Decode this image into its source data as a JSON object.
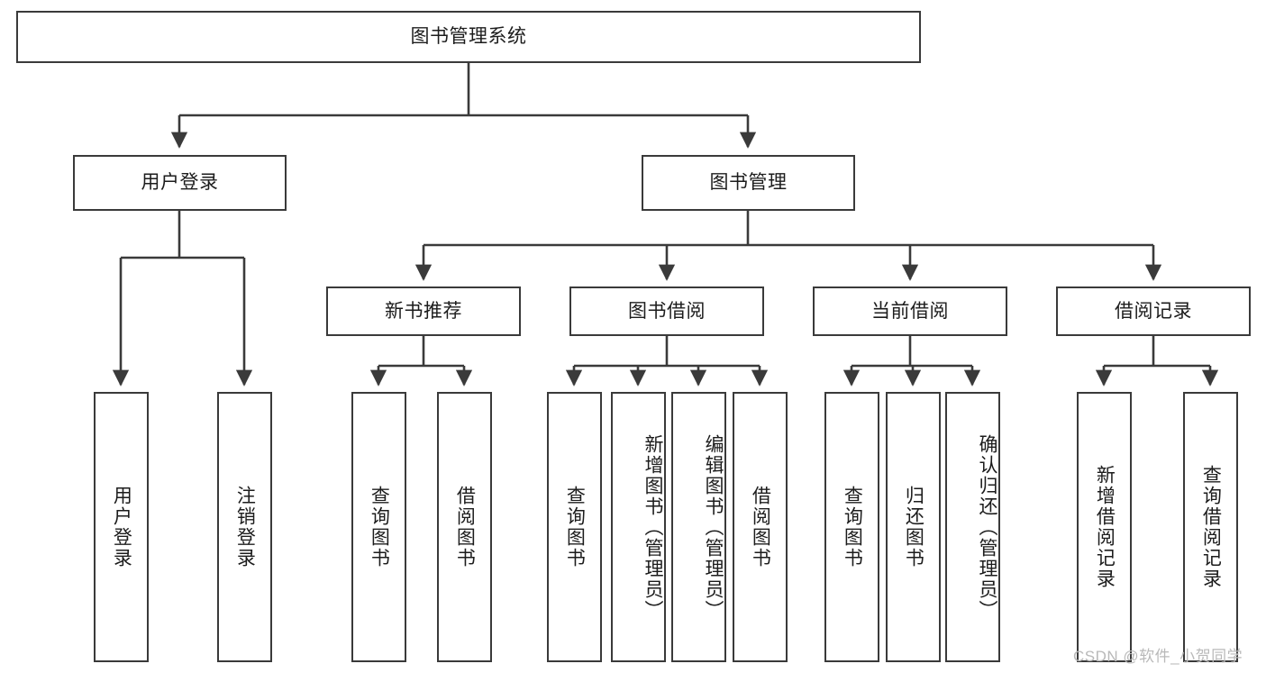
{
  "diagram": {
    "title": "图书管理系统",
    "watermark": "CSDN @软件_小贺同学",
    "stroke_color": "#3a3a3a",
    "text_color": "#1c1c1c",
    "background_color": "#ffffff",
    "orientation": "top-down-tree",
    "root": {
      "label": "图书管理系统"
    },
    "level2": [
      {
        "label": "用户登录"
      },
      {
        "label": "图书管理"
      }
    ],
    "level3": [
      {
        "label": "新书推荐"
      },
      {
        "label": "图书借阅"
      },
      {
        "label": "当前借阅"
      },
      {
        "label": "借阅记录"
      }
    ],
    "leaves": {
      "user_login": [
        {
          "label": "用户登录"
        },
        {
          "label": "注销登录"
        }
      ],
      "new_book_recommend": [
        {
          "label": "查询图书"
        },
        {
          "label": "借阅图书"
        }
      ],
      "book_borrow": [
        {
          "label": "查询图书"
        },
        {
          "label": "新增图书（管理员）"
        },
        {
          "label": "编辑图书（管理员）"
        },
        {
          "label": "借阅图书"
        }
      ],
      "current_borrow": [
        {
          "label": "查询图书"
        },
        {
          "label": "归还图书"
        },
        {
          "label": "确认归还（管理员）"
        }
      ],
      "borrow_record": [
        {
          "label": "新增借阅记录"
        },
        {
          "label": "查询借阅记录"
        }
      ]
    }
  }
}
